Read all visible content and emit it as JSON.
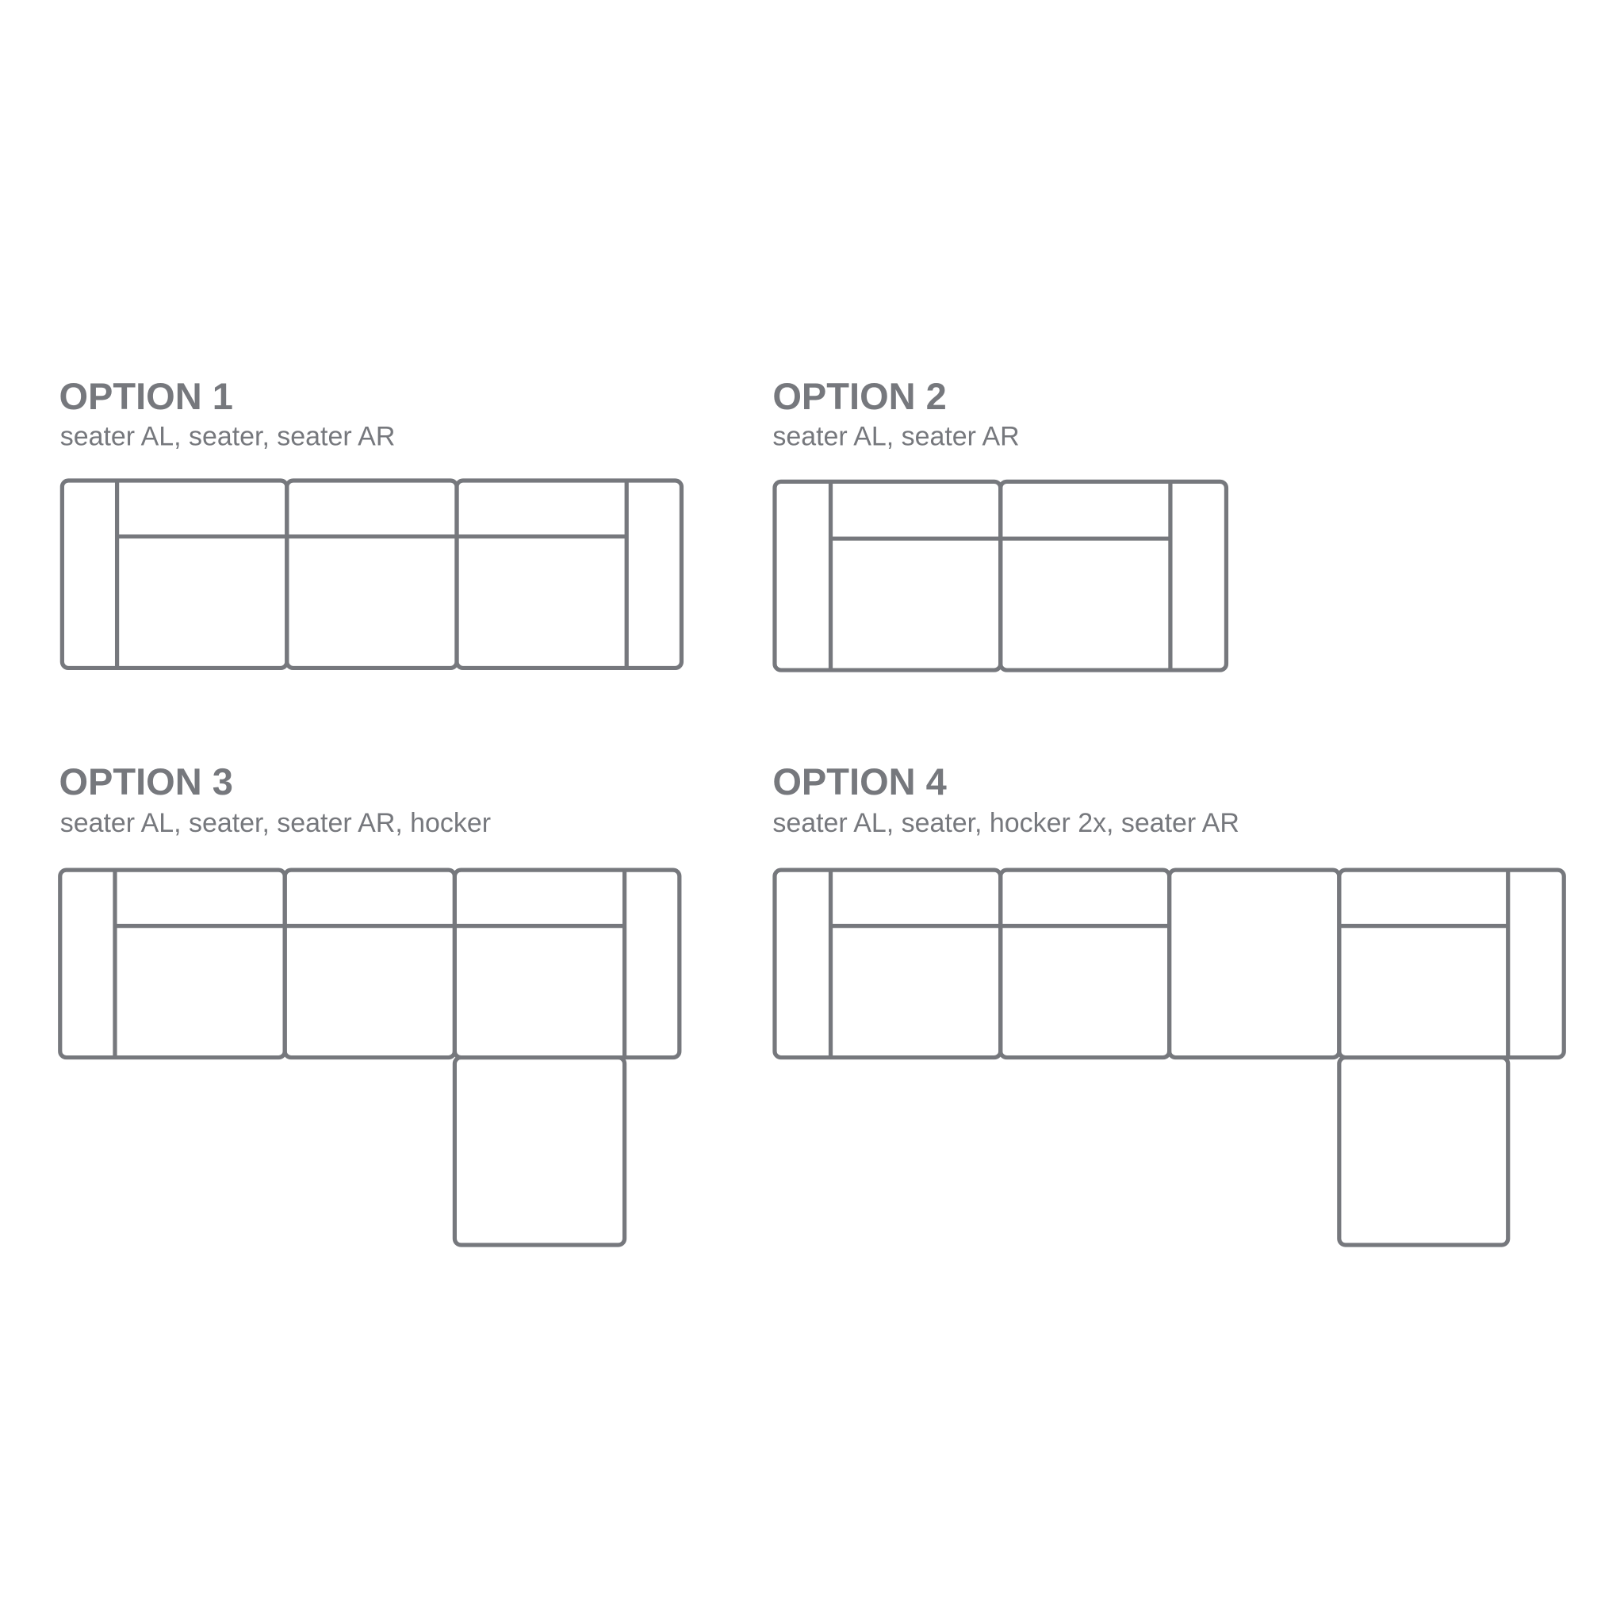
{
  "options": [
    {
      "title": "OPTION 1",
      "subtitle": "seater AL, seater, seater AR"
    },
    {
      "title": "OPTION 2",
      "subtitle": "seater AL, seater AR"
    },
    {
      "title": "OPTION 3",
      "subtitle": "seater AL, seater, seater AR, hocker"
    },
    {
      "title": "OPTION 4",
      "subtitle": "seater AL, seater, hocker 2x, seater AR"
    }
  ],
  "colors": {
    "line": "#76787d",
    "background": "#ffffff"
  }
}
